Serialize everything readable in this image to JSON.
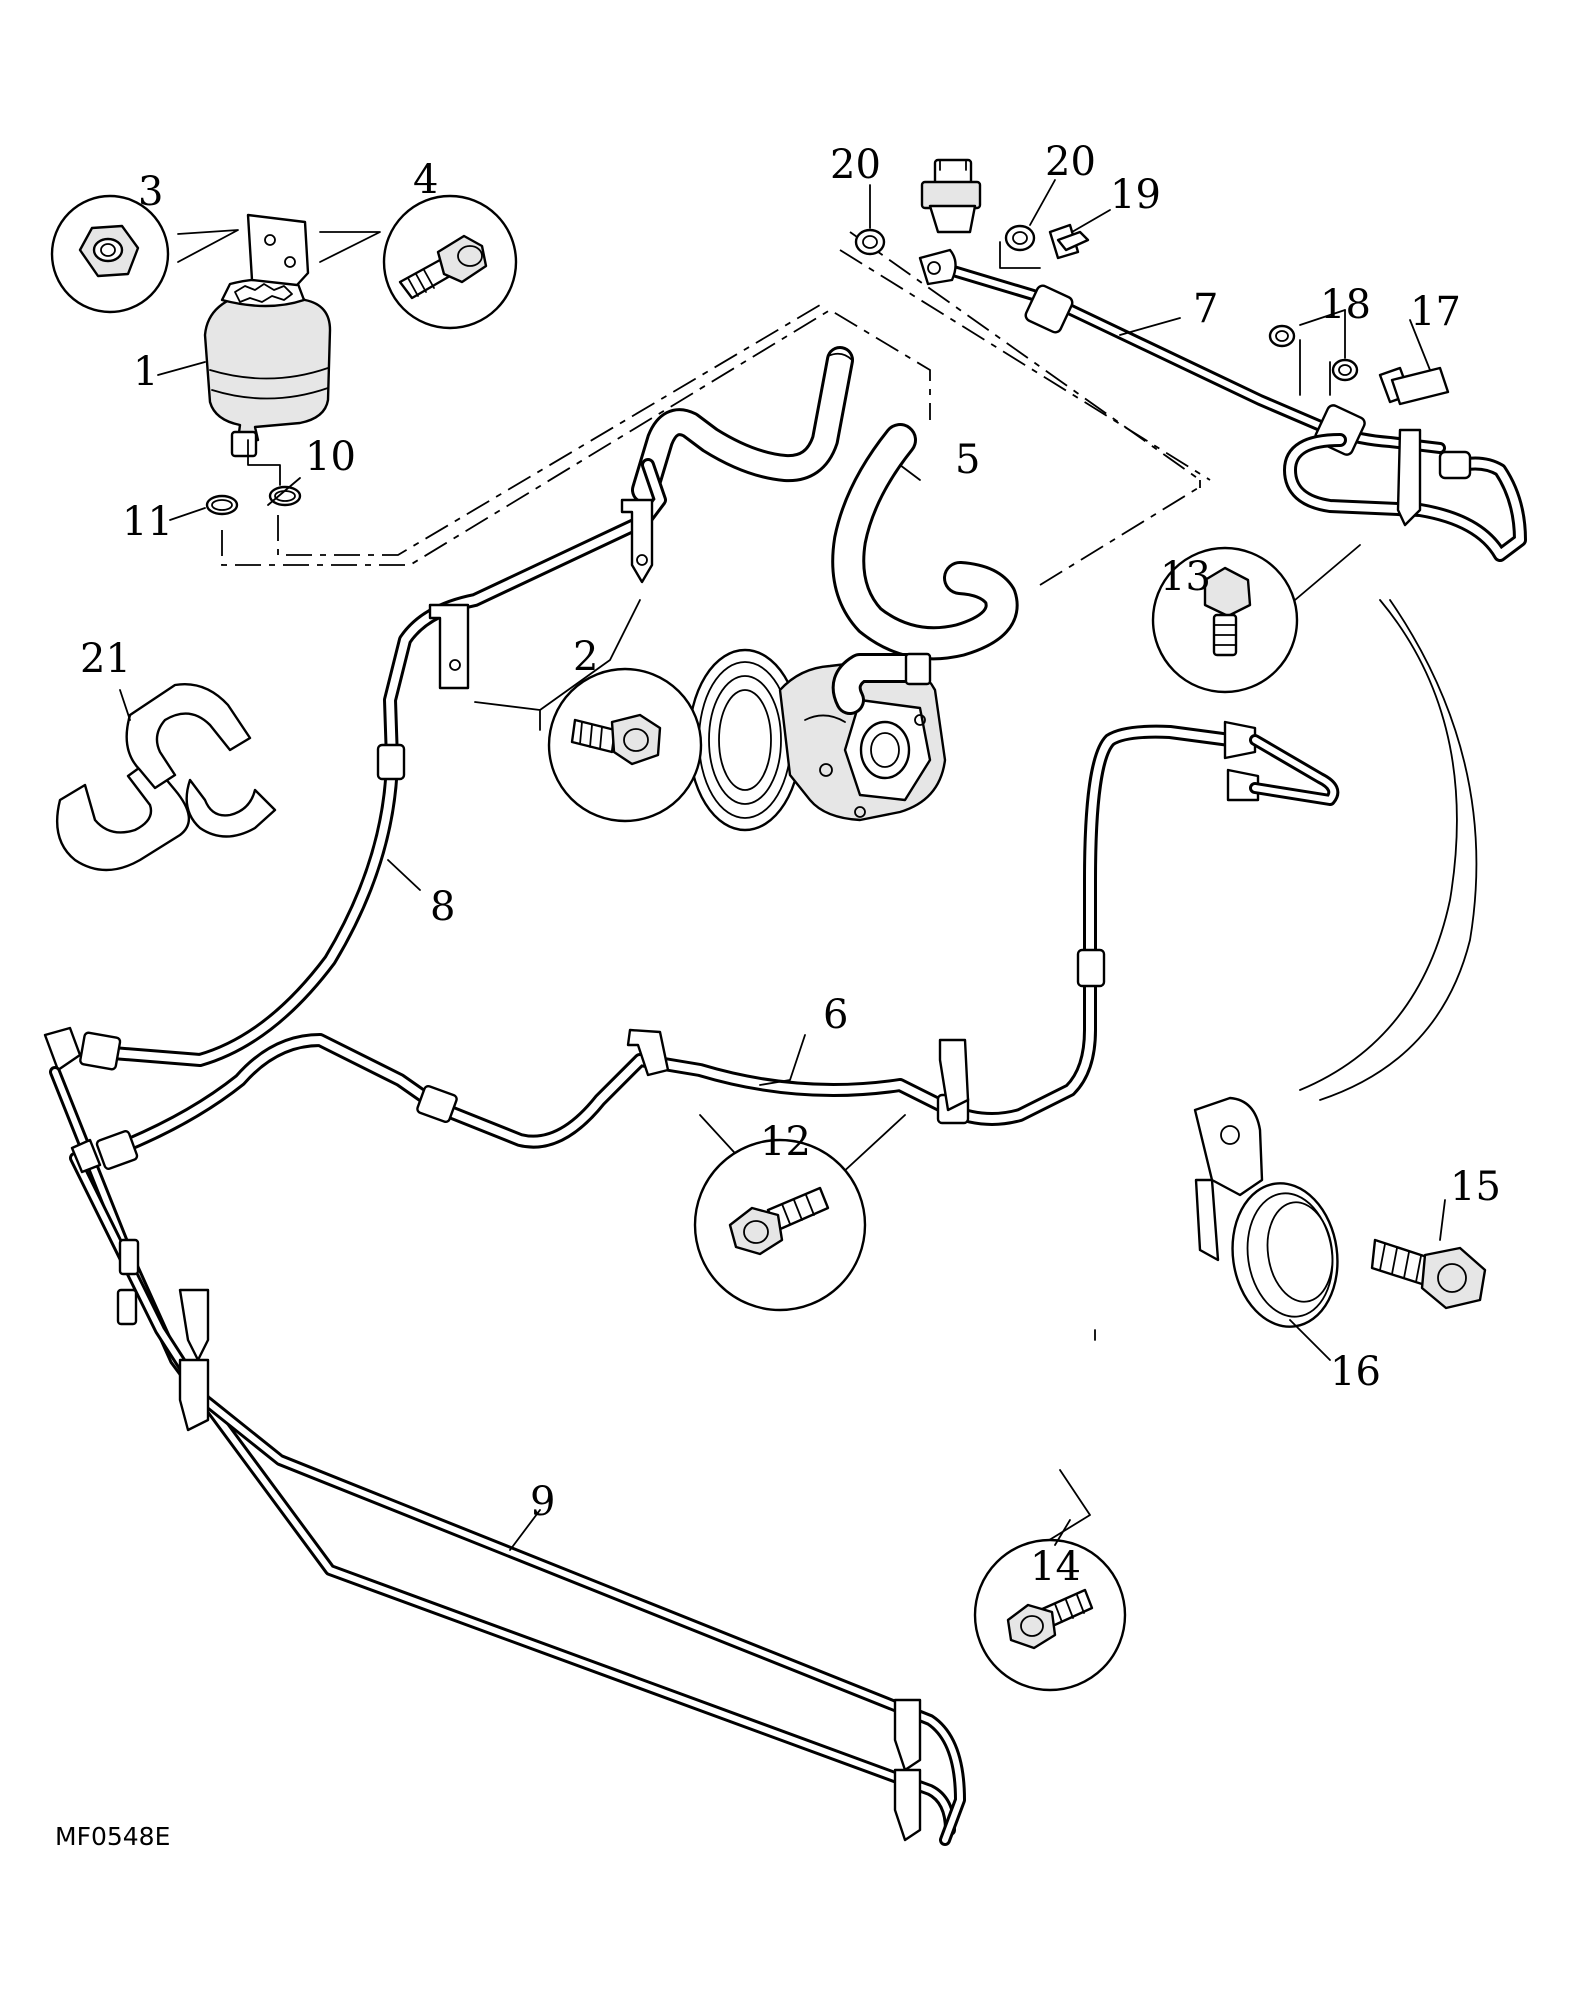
{
  "diagram_code": "MF0548E",
  "callouts": [
    "1",
    "2",
    "3",
    "4",
    "5",
    "6",
    "7",
    "8",
    "9",
    "10",
    "11",
    "12",
    "13",
    "14",
    "15",
    "16",
    "17",
    "18",
    "19",
    "20",
    "20",
    "21"
  ]
}
